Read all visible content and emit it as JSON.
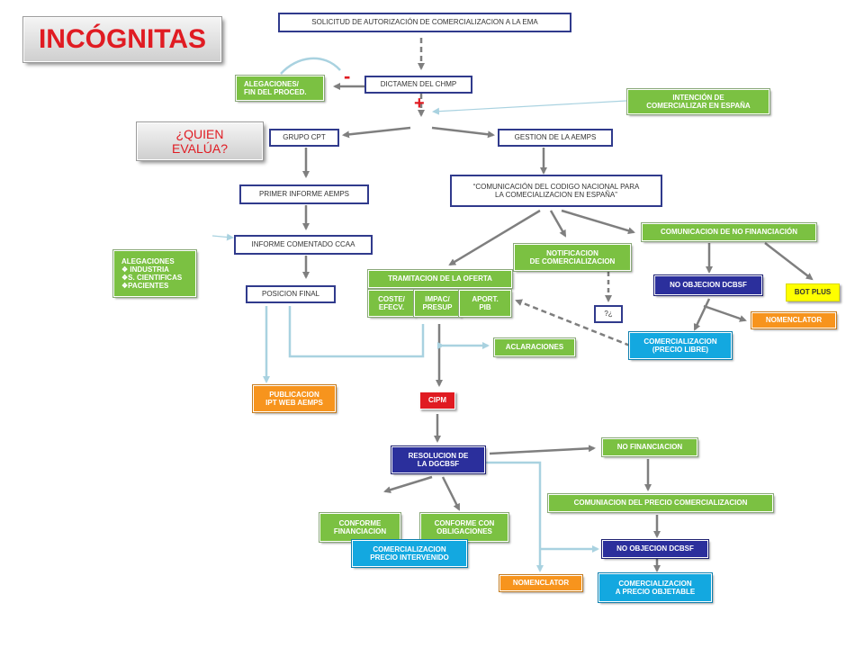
{
  "title": "INCÓGNITAS",
  "question": "¿QUIEN\nEVALÚA?",
  "minus_sign": "-",
  "plus_sign": "+",
  "colors": {
    "green": "#7bc142",
    "orange": "#f7941d",
    "blue": "#13a8e0",
    "navy": "#2b2f9c",
    "red": "#e01b22",
    "yellow": "#ffff00",
    "outline": "#303a8c",
    "arrow": "#7f7f7f",
    "light_arrow": "#a9d2e0"
  },
  "nodes": {
    "solicitud": "SOLICITUD DE AUTORIZACIÓN DE COMERCIALIZACION  A LA EMA",
    "dictamen": "DICTAMEN DEL CHMP",
    "alegaciones_fin": "ALEGACIONES/\nFIN DEL PROCED.",
    "intencion": "INTENCIÓN DE\nCOMERCIALIZAR EN ESPAÑA",
    "grupo_cpt": "GRUPO CPT",
    "gestion_aemps": "GESTION DE LA AEMPS",
    "primer_informe": "PRIMER INFORME AEMPS",
    "comunicacion_codigo": "“COMUNICACIÓN DEL CODIGO NACIONAL PARA\nLA COMECIALIZACION EN ESPAÑA”",
    "informe_comentado": "INFORME COMENTADO CCAA",
    "alegaciones_lista": "ALEGACIONES\n❖ INDUSTRIA\n❖S. CIENTIFICAS\n❖PACIENTES",
    "comunicacion_no_fin": "COMUNICACION DE NO FINANCIACIÓN",
    "notificacion": "NOTIFICACION\nDE COMERCIALIZACION",
    "tramitacion": "TRAMITACION DE  LA OFERTA",
    "coste": "COSTE/\nEFECV.",
    "impac": "IMPAC/\nPRESUP",
    "aport": "APORT.\nPIB",
    "no_objecion_top": "NO OBJECION DCBSF",
    "bot_plus": "BOT PLUS",
    "posicion_final": "POSICION FINAL",
    "interrogante": "?¿",
    "nomenclator_top": "NOMENCLATOR",
    "comercializacion_libre": "COMERCIALIZACION\n(PRECIO LIBRE)",
    "aclaraciones": "ACLARACIONES",
    "publicacion": "PUBLICACION\nIPT WEB AEMPS",
    "cipm": "CIPM",
    "resolucion": "RESOLUCION DE\nLA DGCBSF",
    "no_financiacion": "NO FINANCIACION",
    "comuniacion_precio": "COMUNIACION DEL PRECIO  COMERCIALIZACION",
    "conforme_fin": "CONFORME\nFINANCIACION",
    "conforme_obl": "CONFORME CON\nOBLIGACIONES",
    "comercializacion_intervenido": "COMERCIALIZACION\nPRECIO INTERVENIDO",
    "no_objecion_bottom": "NO OBJECION DCBSF",
    "nomenclator_bottom": "NOMENCLATOR",
    "comercializacion_objetable": "COMERCIALIZACION\nA  PRECIO  OBJETABLE"
  }
}
